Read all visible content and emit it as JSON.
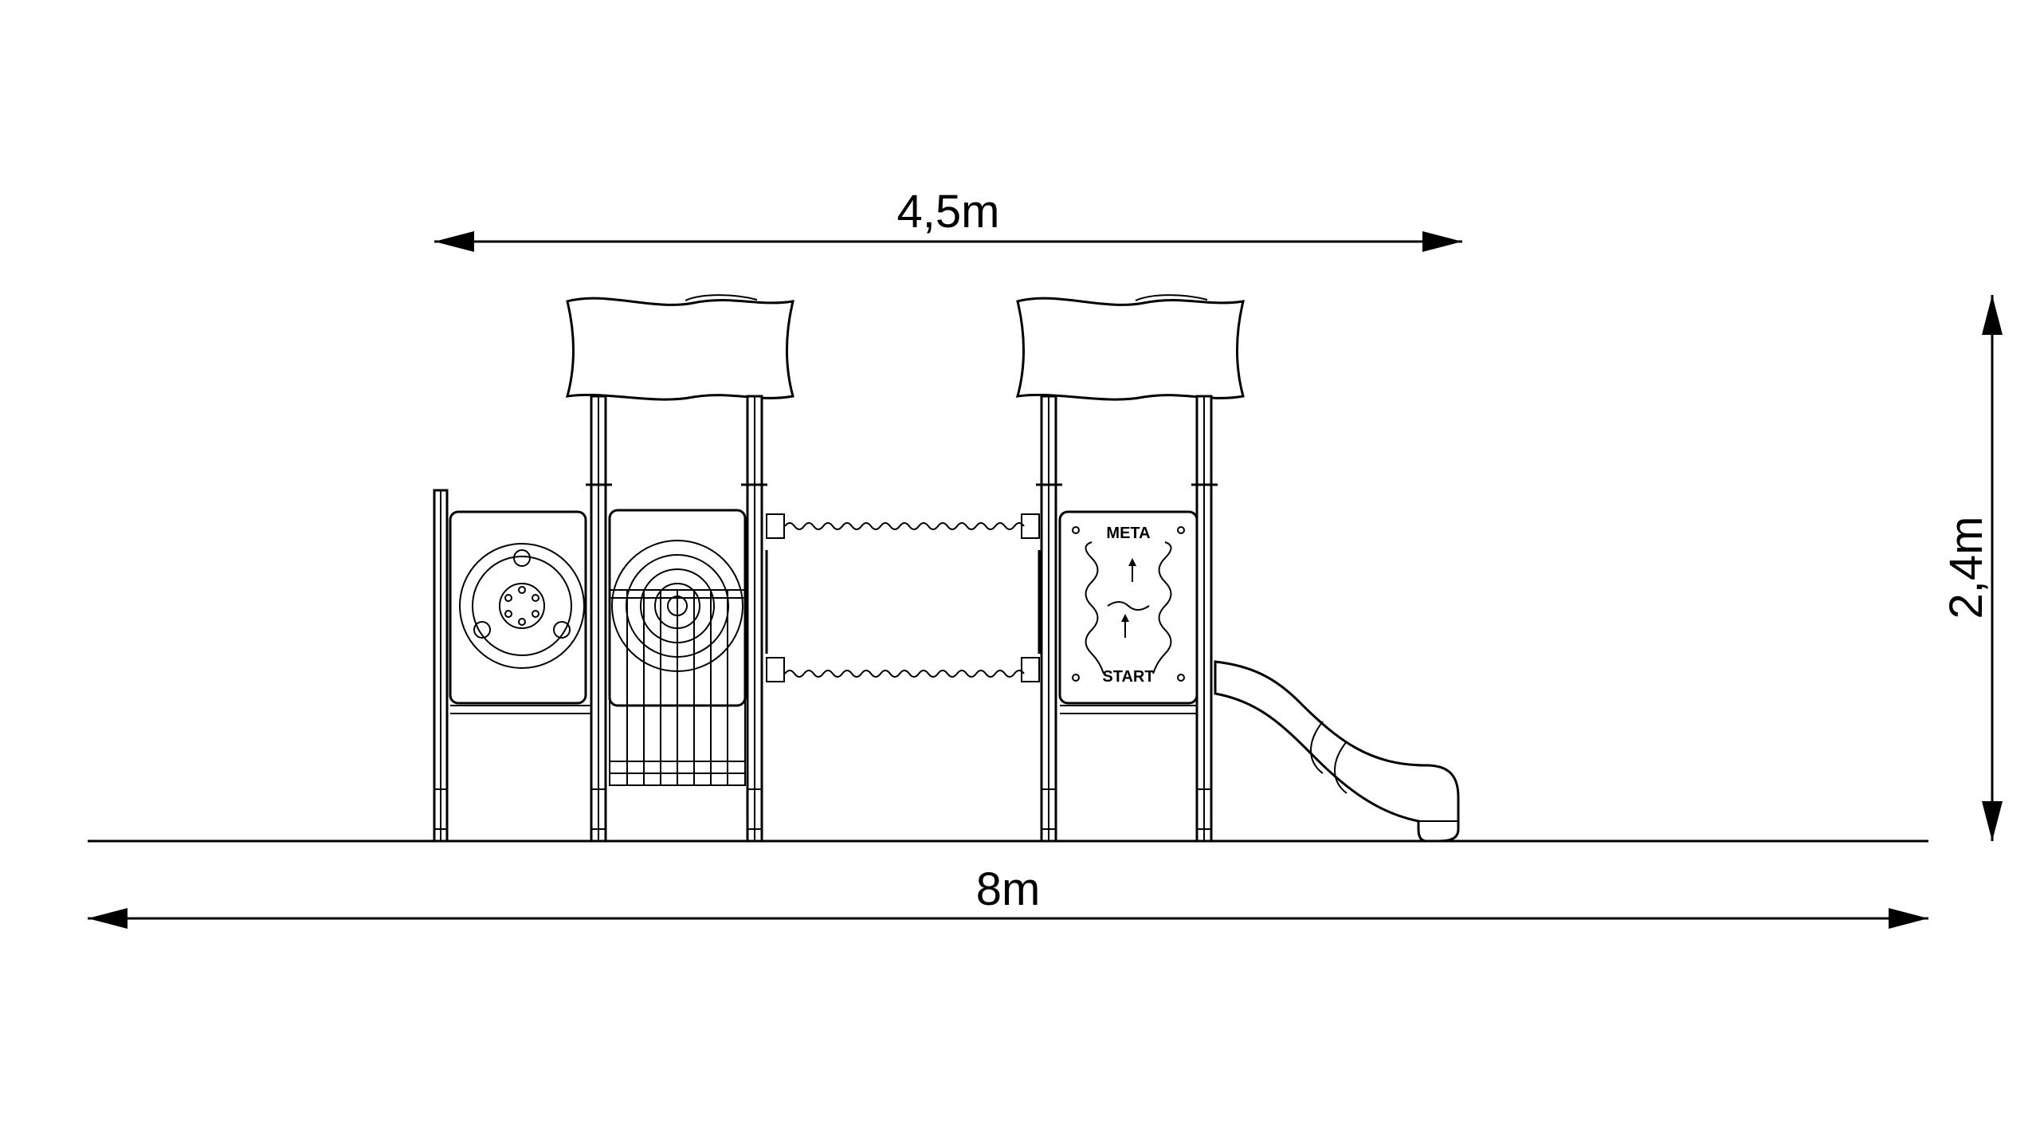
{
  "dimensions": {
    "structure_width": "4,5m",
    "total_width": "8m",
    "height": "2,4m"
  },
  "panel_labels": {
    "finish": "META",
    "start": "START"
  },
  "colors": {
    "line": "#000000",
    "background": "#ffffff"
  }
}
